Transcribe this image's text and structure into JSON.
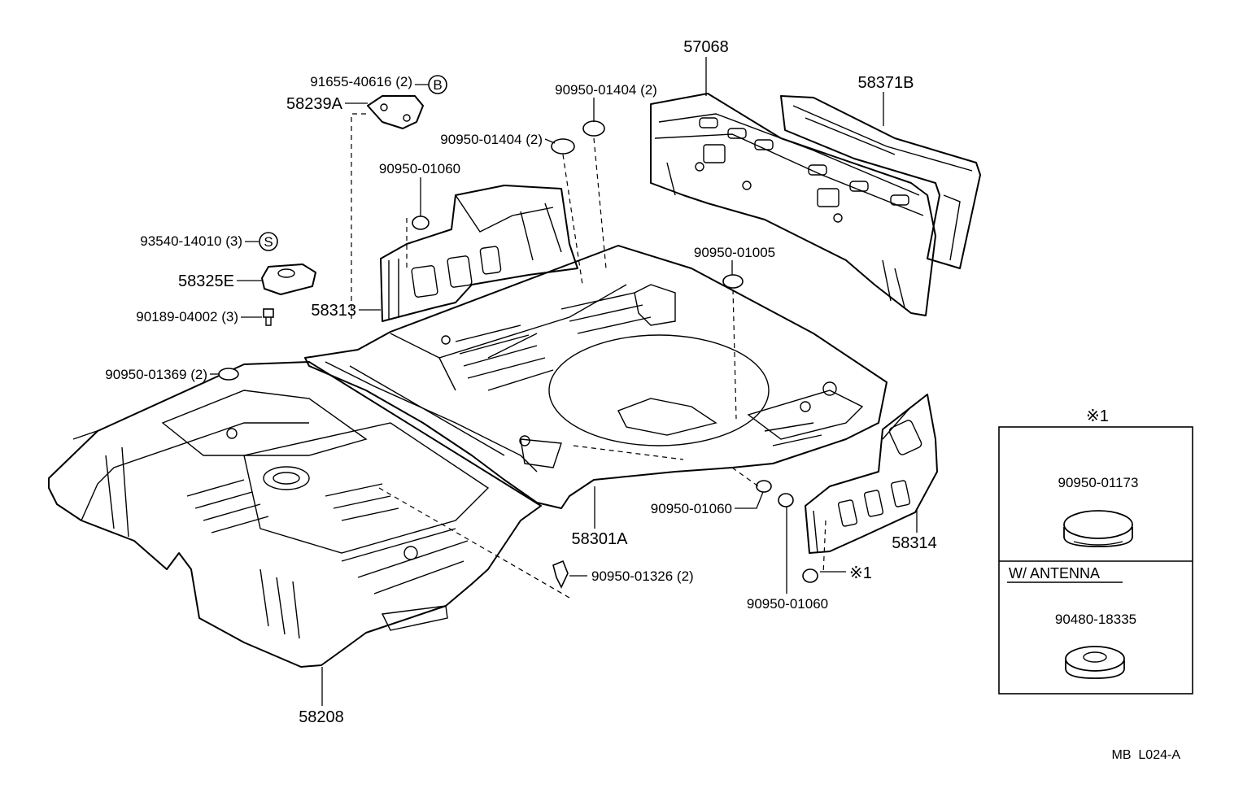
{
  "diagram": {
    "labels": {
      "p57068": "57068",
      "p58371b": "58371B",
      "p91655": "91655-40616 (2)",
      "circle_b": "B",
      "p58239a": "58239A",
      "p90950_01404_a": "90950-01404 (2)",
      "p90950_01404_b": "90950-01404 (2)",
      "p90950_01060_top": "90950-01060",
      "p93540": "93540-14010 (3)",
      "circle_s": "S",
      "p58325e": "58325E",
      "p90189": "90189-04002 (3)",
      "p58313": "58313",
      "p90950_01005": "90950-01005",
      "p90950_01369": "90950-01369 (2)",
      "p90950_01060_mid": "90950-01060",
      "p58301a": "58301A",
      "p58314": "58314",
      "p90950_01326": "90950-01326 (2)",
      "note_ref": "※1",
      "p90950_01060_bot": "90950-01060",
      "p58208": "58208"
    },
    "inset": {
      "title": "※1",
      "top_part": "90950-01173",
      "section_label": "W/ ANTENNA",
      "bottom_part": "90480-18335"
    },
    "footer_code": "MB  L024-A"
  }
}
